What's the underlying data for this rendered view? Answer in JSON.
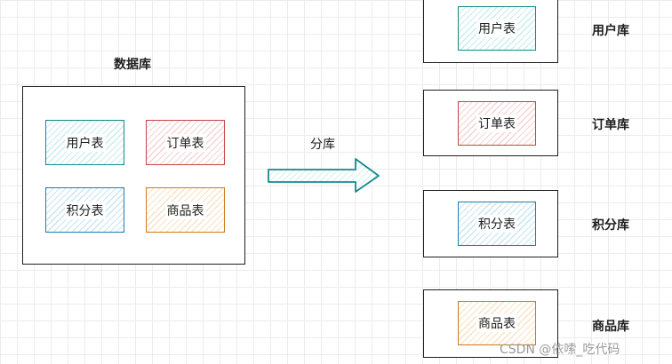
{
  "source": {
    "title": "数据库",
    "tables": [
      "用户表",
      "订单表",
      "积分表",
      "商品表"
    ]
  },
  "arrow": {
    "label": "分库"
  },
  "targets": [
    {
      "table": "用户表",
      "db": "用户库"
    },
    {
      "table": "订单表",
      "db": "订单库"
    },
    {
      "table": "积分表",
      "db": "积分库"
    },
    {
      "table": "商品表",
      "db": "商品库"
    }
  ],
  "colors": {
    "teal": "#138a8a",
    "red": "#c64543",
    "blue": "#1e7fae",
    "orange": "#cf7a14"
  },
  "watermark": "CSDN @依嗦_吃代码"
}
